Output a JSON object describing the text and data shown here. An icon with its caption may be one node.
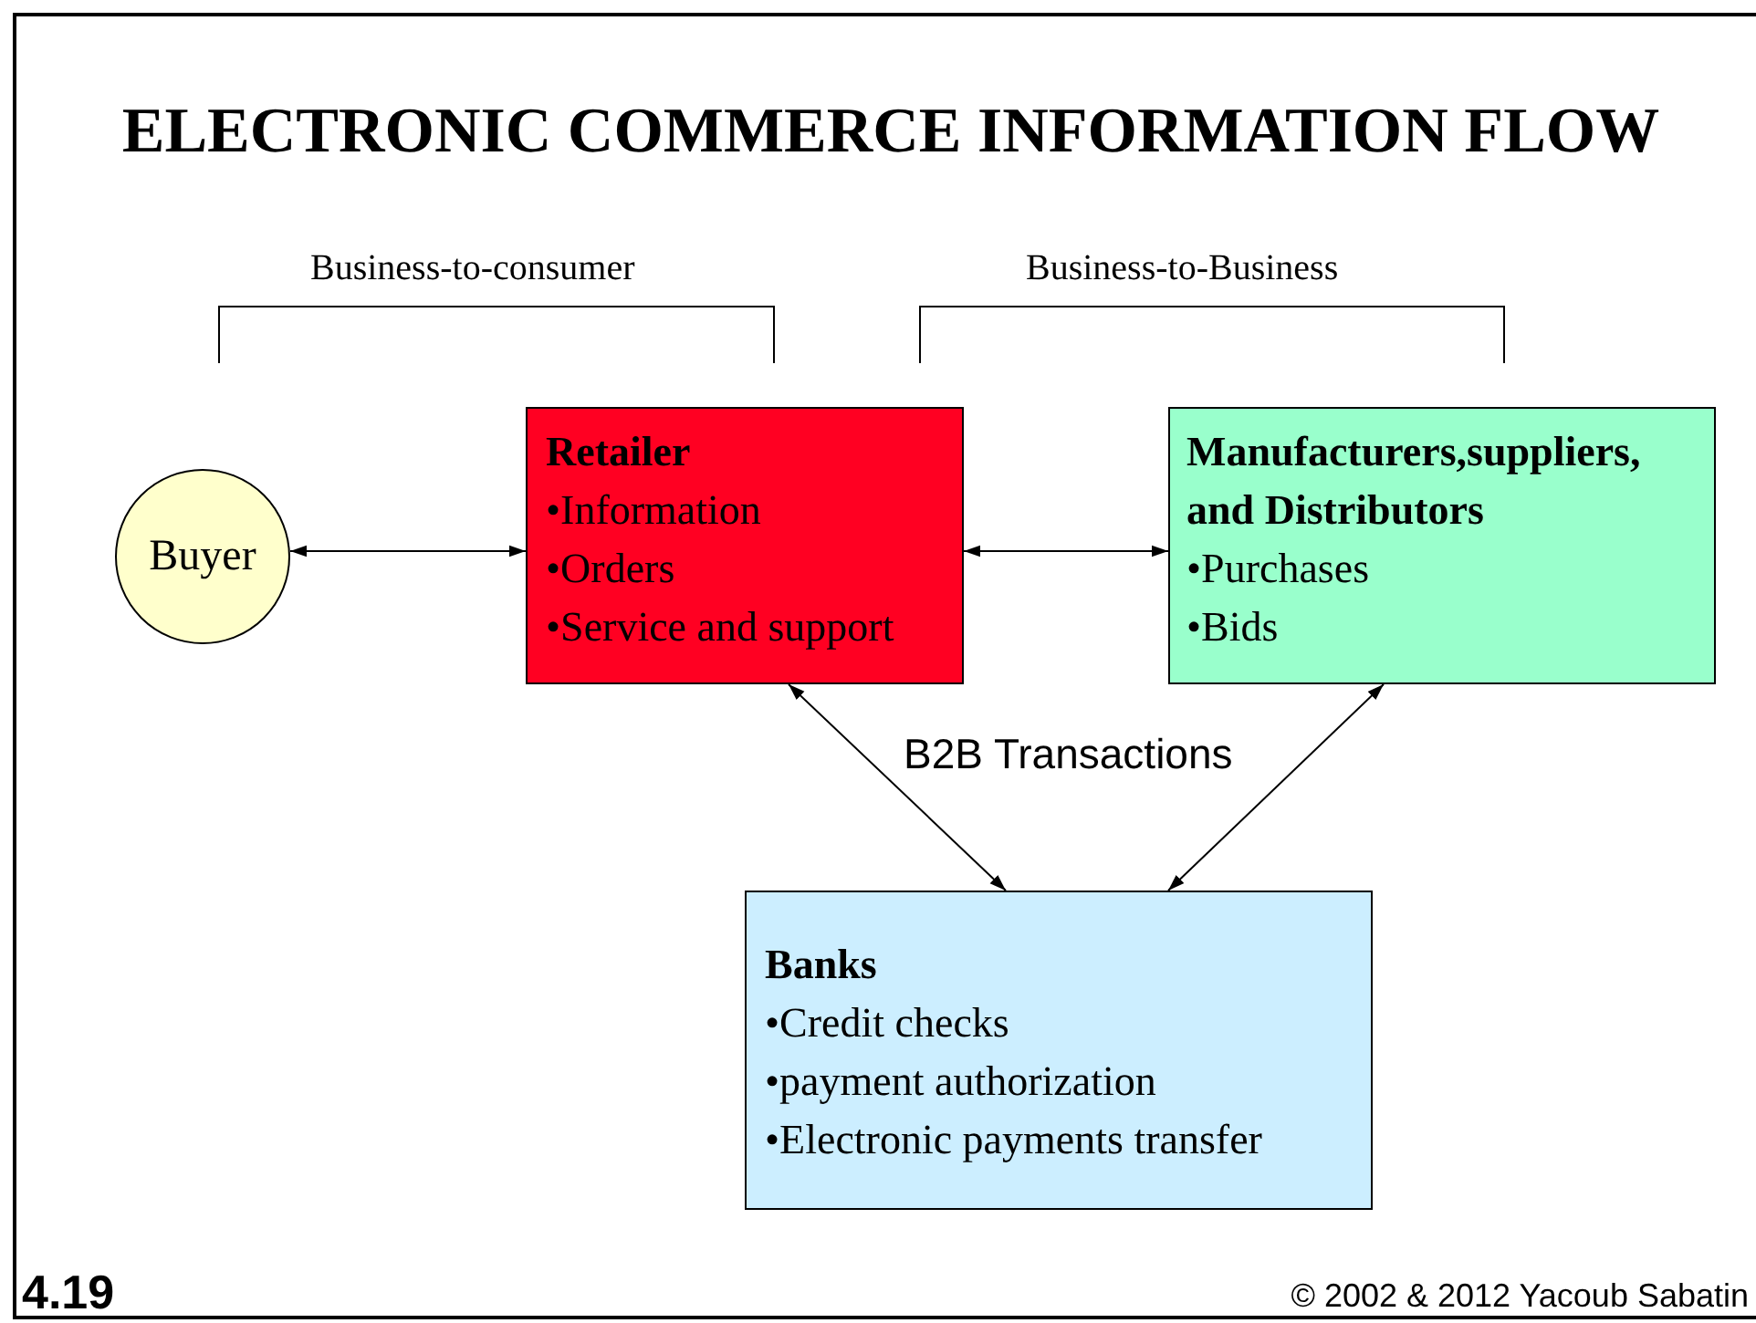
{
  "diagram": {
    "title": "ELECTRONIC COMMERCE INFORMATION FLOW",
    "nodes": [
      {
        "text": [
          "Buyer"
        ]
      },
      {
        "text": [
          "Retailer",
          "•Information",
          "•Orders",
          "•Service and support"
        ]
      },
      {
        "text": [
          "Manufacturers,suppliers, and Distributors",
          "•Purchases",
          "•Bids"
        ]
      },
      {
        "text": [
          "Banks",
          "•Credit checks",
          "•payment authorization",
          "•Electronic payments transfer"
        ]
      }
    ],
    "edges": [
      {
        "from": 0,
        "to": 1,
        "arrow": "both"
      },
      {
        "from": 1,
        "to": 2,
        "arrow": "both"
      },
      {
        "from": 1,
        "to": 3,
        "arrow": "both"
      },
      {
        "from": 2,
        "to": 3,
        "arrow": "both"
      }
    ],
    "labels": [
      "Business-to-consumer",
      "Business-to-Business",
      "B2B Transactions",
      "4.19",
      "© 2002 & 2012 Yacoub Sabatin"
    ]
  }
}
